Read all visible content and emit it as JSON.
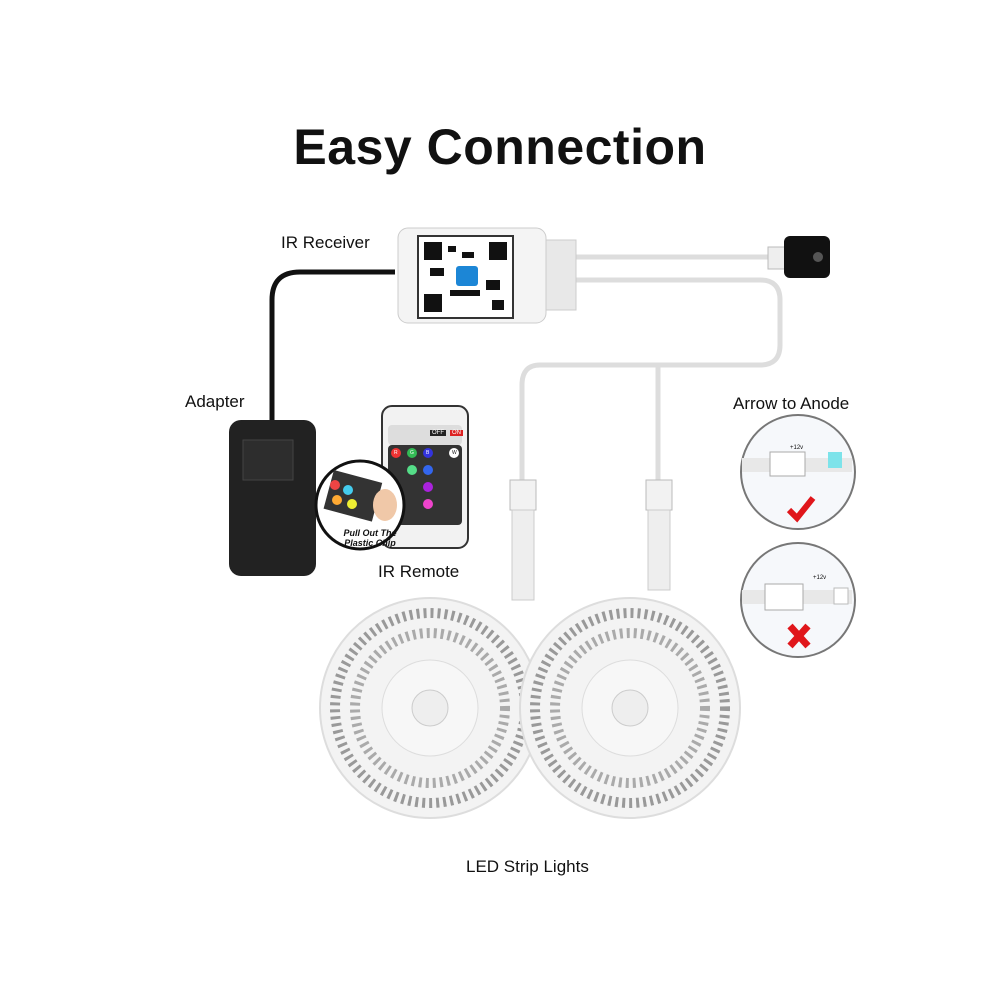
{
  "title": "Easy Connection",
  "labels": {
    "ir_receiver": "IR Receiver",
    "adapter": "Adapter",
    "ir_remote": "IR Remote",
    "arrow_to_anode": "Arrow to Anode",
    "led_strip_lights": "LED Strip Lights"
  },
  "remote": {
    "buttons": [
      "OFF",
      "ON",
      "R",
      "G",
      "B",
      "W"
    ],
    "note": "Pull Out The Plastic Chip"
  },
  "anode": {
    "voltage_label": "+12v",
    "correct_icon": "check-icon",
    "wrong_icon": "x-icon"
  },
  "colors": {
    "check": "#e0161b",
    "cross": "#e0161b",
    "adapter": "#222222"
  }
}
